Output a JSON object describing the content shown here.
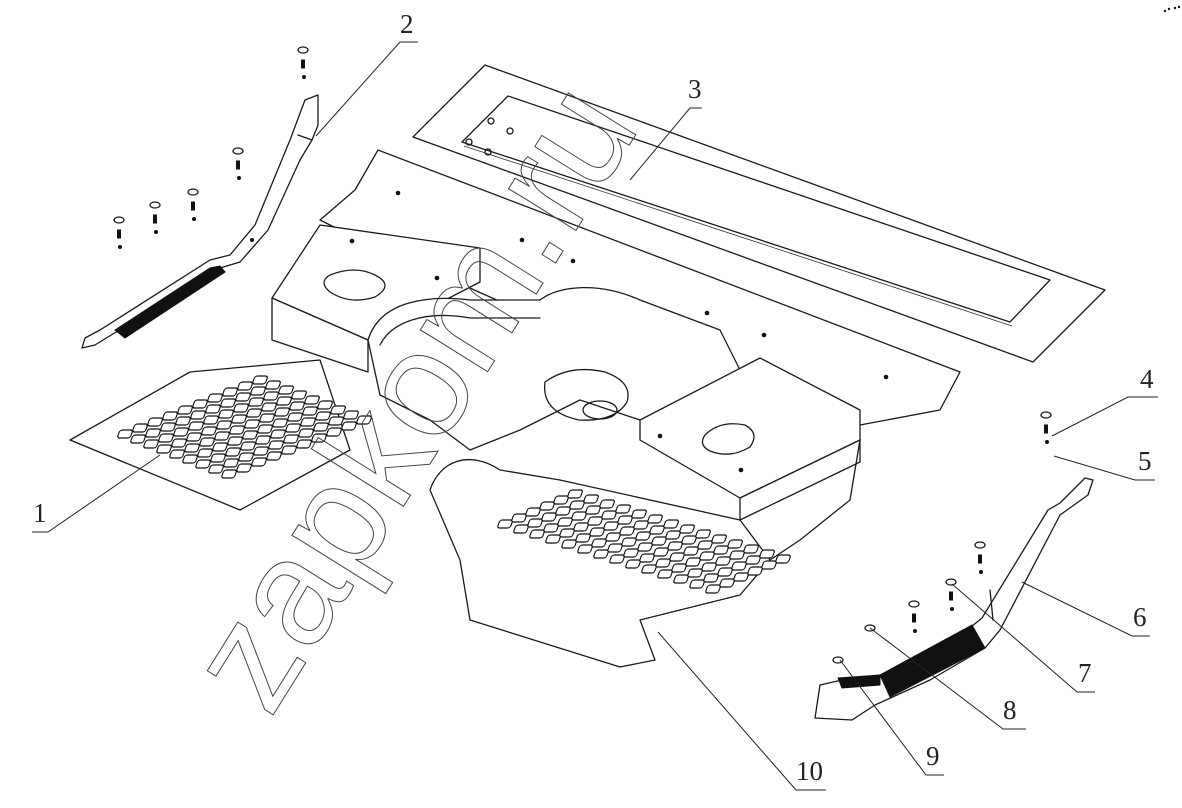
{
  "diagram": {
    "title": "Floor panel assembly with floor mats and sill trims (exploded view)",
    "watermark": "zapkom.ru",
    "callouts": [
      {
        "id": "1",
        "label": "1",
        "part": "front-left floor mat"
      },
      {
        "id": "2",
        "label": "2",
        "part": "left door sill trim"
      },
      {
        "id": "3",
        "label": "3",
        "part": "rear floor cover panel"
      },
      {
        "id": "4",
        "label": "4",
        "part": "screw"
      },
      {
        "id": "5",
        "label": "5",
        "part": "washer"
      },
      {
        "id": "6",
        "label": "6",
        "part": "right door sill trim"
      },
      {
        "id": "7",
        "label": "7",
        "part": "cap"
      },
      {
        "id": "8",
        "label": "8",
        "part": "clip"
      },
      {
        "id": "9",
        "label": "9",
        "part": "cap"
      },
      {
        "id": "10",
        "label": "10",
        "part": "floor panel with front-right mat"
      }
    ]
  }
}
